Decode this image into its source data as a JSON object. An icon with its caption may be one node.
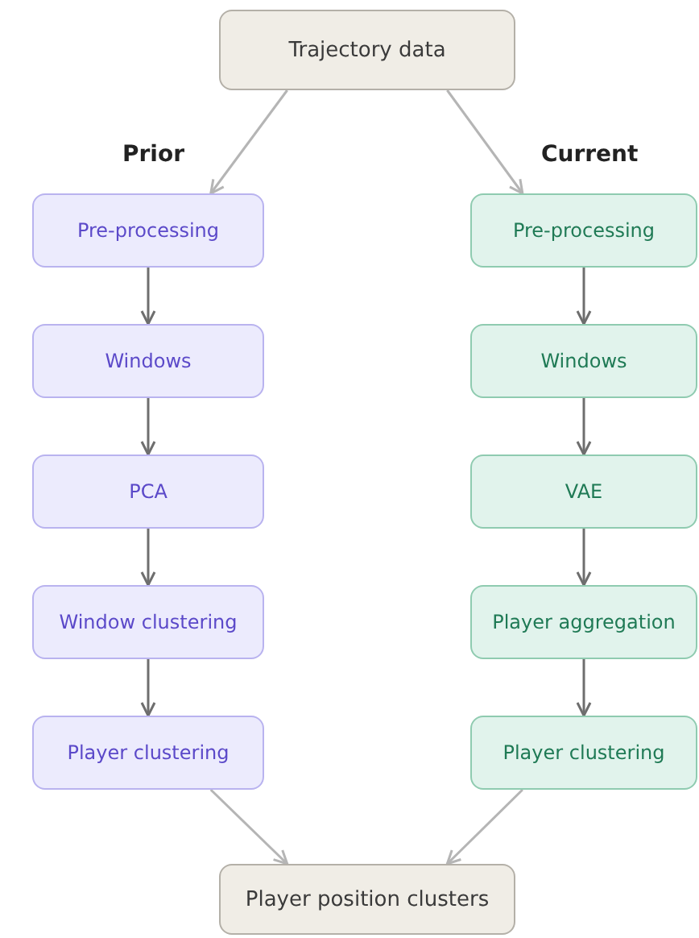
{
  "diagram": {
    "nodes": [
      {
        "text": [
          "Trajectory data"
        ]
      },
      {
        "text": [
          "Pre-processing"
        ]
      },
      {
        "text": [
          "Windows"
        ]
      },
      {
        "text": [
          "PCA"
        ]
      },
      {
        "text": [
          "Window clustering"
        ]
      },
      {
        "text": [
          "Player clustering"
        ]
      },
      {
        "text": [
          "Pre-processing"
        ]
      },
      {
        "text": [
          "Windows"
        ]
      },
      {
        "text": [
          "VAE"
        ]
      },
      {
        "text": [
          "Player aggregation"
        ]
      },
      {
        "text": [
          "Player clustering"
        ]
      },
      {
        "text": [
          "Player position clusters"
        ]
      }
    ],
    "edges": [
      {
        "from": 0,
        "to": 1,
        "arrow": "to",
        "label": "Prior",
        "color": "#b5b5b5"
      },
      {
        "from": 0,
        "to": 6,
        "arrow": "to",
        "label": "Current",
        "color": "#b5b5b5"
      },
      {
        "from": 1,
        "to": 2,
        "arrow": "to"
      },
      {
        "from": 2,
        "to": 3,
        "arrow": "to"
      },
      {
        "from": 3,
        "to": 4,
        "arrow": "to"
      },
      {
        "from": 4,
        "to": 5,
        "arrow": "to"
      },
      {
        "from": 6,
        "to": 7,
        "arrow": "to"
      },
      {
        "from": 7,
        "to": 8,
        "arrow": "to"
      },
      {
        "from": 8,
        "to": 9,
        "arrow": "to"
      },
      {
        "from": 9,
        "to": 10,
        "arrow": "to"
      },
      {
        "from": 5,
        "to": 11,
        "arrow": "to",
        "color": "#b5b5b5"
      },
      {
        "from": 10,
        "to": 11,
        "arrow": "to",
        "color": "#b5b5b5"
      }
    ]
  }
}
